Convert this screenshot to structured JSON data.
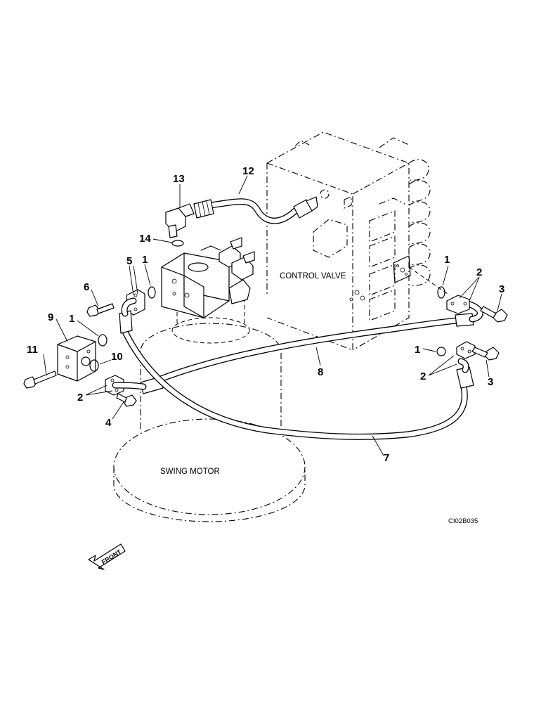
{
  "labels": {
    "control_valve": "CONTROL VALVE",
    "swing_motor": "SWING MOTOR",
    "front": "FRONT",
    "drawing_code": "CI02B035"
  },
  "callouts": {
    "c1_a": "1",
    "c1_b": "1",
    "c1_c": "1",
    "c1_d": "1",
    "c2_a": "2",
    "c2_b": "2",
    "c2_c": "2",
    "c3_a": "3",
    "c3_b": "3",
    "c4": "4",
    "c5": "5",
    "c6": "6",
    "c7": "7",
    "c8": "8",
    "c9": "9",
    "c10": "10",
    "c11": "11",
    "c12": "12",
    "c13": "13",
    "c14": "14"
  }
}
